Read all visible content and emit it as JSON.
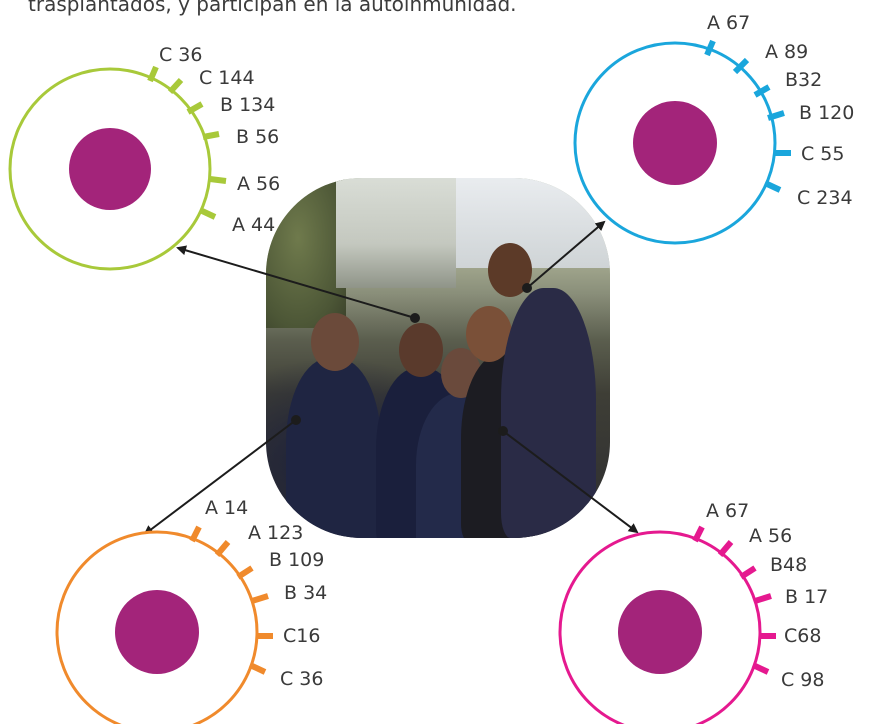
{
  "intro_text": "trasplantados, y participan en la autoinmunidad.",
  "photo": {
    "icon": "group-of-students-photo"
  },
  "colors": {
    "nucleus": "#a3247a",
    "top_left": "#a8c93a",
    "top_right": "#1aa6dc",
    "bottom_left": "#f08a2c",
    "bottom_right": "#e5198f",
    "arrow": "#1c1c1c"
  },
  "cells": {
    "top_left": {
      "markers": [
        {
          "label": "C 36"
        },
        {
          "label": "C 144"
        },
        {
          "label": "B 134"
        },
        {
          "label": "B 56"
        },
        {
          "label": "A 56"
        },
        {
          "label": "A 44"
        }
      ]
    },
    "top_right": {
      "markers": [
        {
          "label": "A 67"
        },
        {
          "label": "A 89"
        },
        {
          "label": "B32"
        },
        {
          "label": "B 120"
        },
        {
          "label": "C 55"
        },
        {
          "label": "C 234"
        }
      ]
    },
    "bottom_left": {
      "markers": [
        {
          "label": "A 14"
        },
        {
          "label": "A 123"
        },
        {
          "label": "B 109"
        },
        {
          "label": "B 34"
        },
        {
          "label": "C16"
        },
        {
          "label": "C 36"
        }
      ]
    },
    "bottom_right": {
      "markers": [
        {
          "label": "A 67"
        },
        {
          "label": "A 56"
        },
        {
          "label": "B48"
        },
        {
          "label": "B 17"
        },
        {
          "label": "C68"
        },
        {
          "label": "C 98"
        }
      ]
    }
  }
}
